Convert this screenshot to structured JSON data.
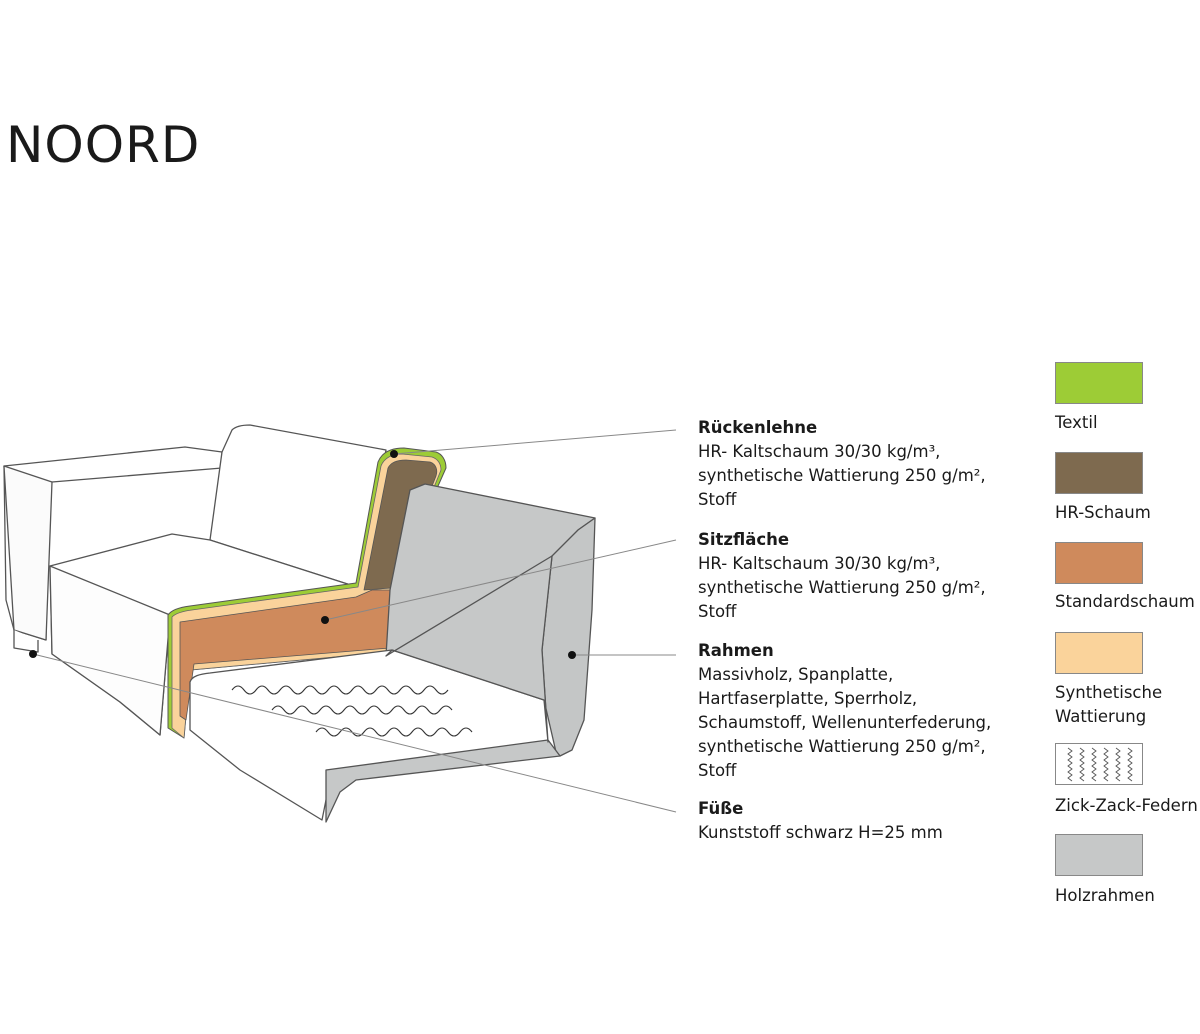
{
  "title": "NOORD",
  "callouts": {
    "back": {
      "heading": "Rückenlehne",
      "lines": [
        "HR- Kaltschaum 30/30 kg/m³,",
        "synthetische Wattierung 250 g/m²,",
        "Stoff"
      ]
    },
    "seat": {
      "heading": "Sitzfläche",
      "lines": [
        "HR- Kaltschaum 30/30 kg/m³,",
        "synthetische Wattierung 250 g/m²,",
        "Stoff"
      ]
    },
    "frame": {
      "heading": "Rahmen",
      "lines": [
        "Massivholz, Spanplatte,",
        "Hartfaserplatte, Sperrholz,",
        "Schaumstoff, Wellenunterfederung,",
        "synthetische Wattierung 250 g/m²,",
        "Stoff"
      ]
    },
    "feet": {
      "heading": "Füße",
      "lines": [
        "Kunststoff schwarz H=25 mm"
      ]
    }
  },
  "legend": [
    {
      "label": "Textil",
      "color": "#9dcc36",
      "icon": "solid-swatch"
    },
    {
      "label": "HR-Schaum",
      "color": "#7e6a4f",
      "icon": "solid-swatch"
    },
    {
      "label": "Standardschaum",
      "color": "#cf8a5c",
      "icon": "solid-swatch"
    },
    {
      "label": "Synthetische\nWattierung",
      "color": "#fad39b",
      "icon": "solid-swatch"
    },
    {
      "label": "Zick-Zack-Federn",
      "color": "#ffffff",
      "icon": "zigzag-spring-icon"
    },
    {
      "label": "Holzrahmen",
      "color": "#c6c8c8",
      "icon": "solid-swatch"
    }
  ],
  "colors": {
    "outline": "#555555",
    "sofa_fill": "#ffffff",
    "leader": "#888888"
  }
}
